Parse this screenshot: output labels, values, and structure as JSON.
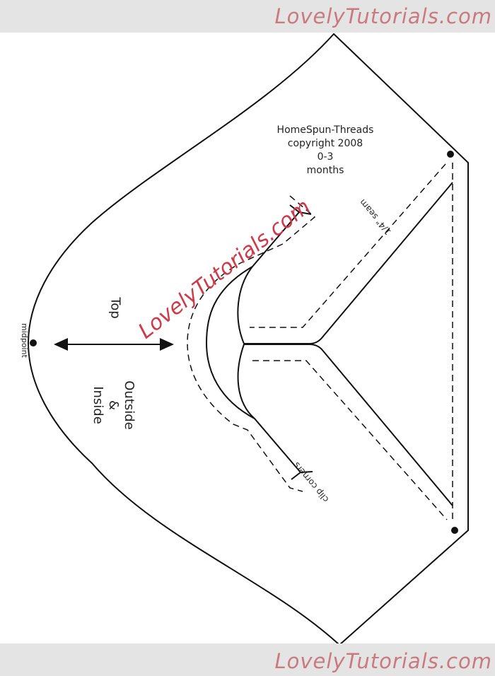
{
  "watermark": {
    "text": "LovelyTutorials.com",
    "color": "#c97a7f"
  },
  "pattern": {
    "credit": [
      "HomeSpun-Threads",
      "copyright 2008",
      "0-3",
      "months"
    ],
    "top_label": "Top",
    "outside_label": "Outside",
    "ampersand": "&",
    "inside_label": "Inside",
    "midpoint_label": "midpoint",
    "seam_label": "1/4\" seam",
    "clip_label": "clip corners"
  },
  "center_watermark": {
    "text": "LovelyTutorials.com",
    "color": "#d03a48"
  }
}
